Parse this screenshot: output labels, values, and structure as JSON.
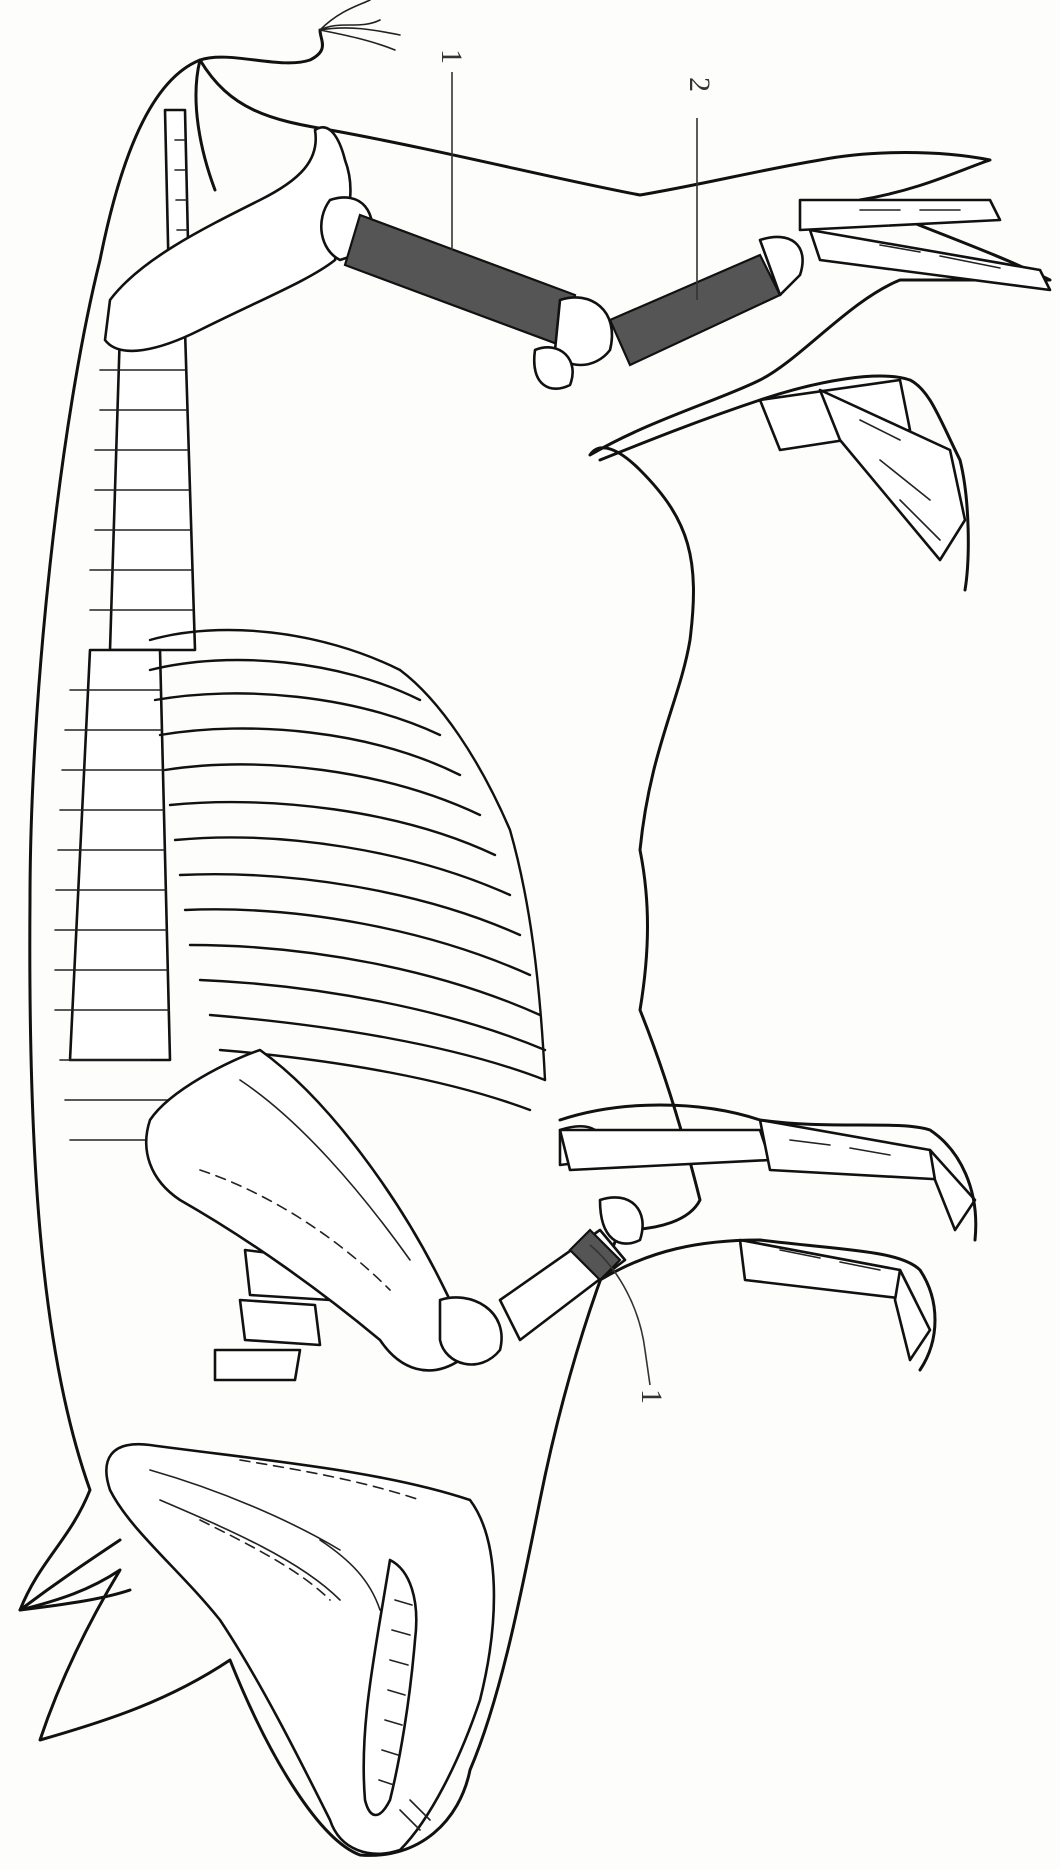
{
  "figure": {
    "labels": [
      {
        "id": "label-1-hind",
        "text": "1"
      },
      {
        "id": "label-2-hind",
        "text": "2"
      },
      {
        "id": "label-1-fore",
        "text": "1"
      }
    ]
  }
}
